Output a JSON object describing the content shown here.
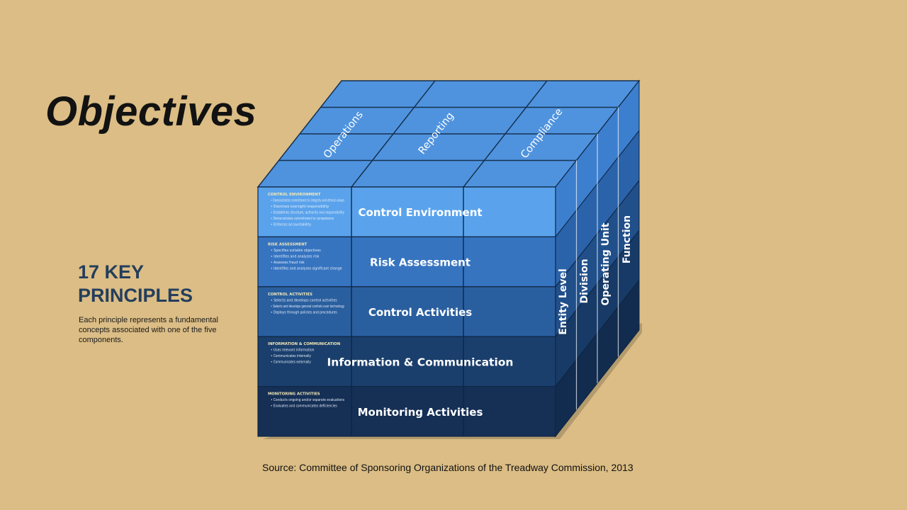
{
  "slide": {
    "title": "Objectives",
    "key_heading_line1": "17 KEY",
    "key_heading_line2": "PRINCIPLES",
    "key_description": "Each principle represents a fundamental concepts associated with one of the five components.",
    "source": "Source: Committee of Sponsoring Organizations of the Treadway Commission, 2013"
  },
  "cube": {
    "top_labels": [
      "Operations",
      "Reporting",
      "Compliance"
    ],
    "side_labels": [
      "Entity Level",
      "Division",
      "Operating Unit",
      "Function"
    ],
    "components": [
      {
        "name": "Control Environment",
        "heading": "CONTROL ENVIRONMENT",
        "principles": [
          "Demonstrates commitment to integrity and ethical values",
          "Exercises oversight responsibility",
          "Establishes structure, authority and responsibility",
          "Demonstrates commitment to competence",
          "Enforces accountability"
        ]
      },
      {
        "name": "Risk Assessment",
        "heading": "RISK ASSESSMENT",
        "principles": [
          "Specifies suitable objectives",
          "Identifies and analyzes risk",
          "Assesses fraud risk",
          "Identifies and analyzes significant change"
        ]
      },
      {
        "name": "Control Activities",
        "heading": "CONTROL ACTIVITIES",
        "principles": [
          "Selects and develops control activities",
          "Selects and develops general controls over technology",
          "Deploys through policies and procedures"
        ]
      },
      {
        "name": "Information & Communication",
        "heading": "INFORMATION & COMMUNICATION",
        "principles": [
          "Uses relevant information",
          "Communicates internally",
          "Communicates externally"
        ]
      },
      {
        "name": "Monitoring Activities",
        "heading": "MONITORING ACTIVITIES",
        "principles": [
          "Conducts ongoing and/or separate evaluations",
          "Evaluates and communicates deficiencies"
        ]
      }
    ],
    "colors": {
      "top": "#4f93de",
      "top_line": "#163150",
      "rows": [
        "#5aa3ec",
        "#3674c0",
        "#2a5f9f",
        "#1b3f6c",
        "#152f55"
      ],
      "side_rows": [
        "#3d7fcf",
        "#2a63aa",
        "#214f8a",
        "#173a66",
        "#112c4e"
      ],
      "text": "#ffffff",
      "principle_heading": "#f4e9b8"
    }
  }
}
